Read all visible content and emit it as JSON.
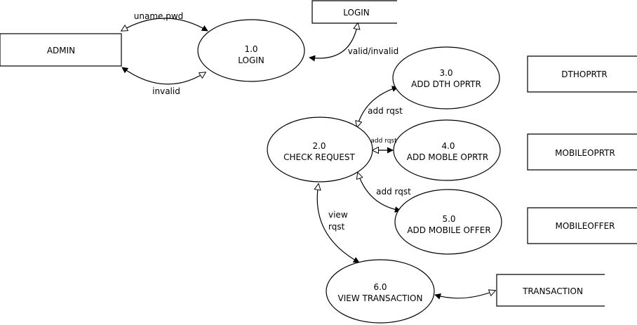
{
  "entities": {
    "admin": "ADMIN",
    "login_store": "LOGIN",
    "dth_store": "DTHOPRTR",
    "mobile_store": "MOBILEOPRTR",
    "offer_store": "MOBILEOFFER",
    "transaction_store": "TRANSACTION"
  },
  "processes": {
    "login": {
      "number": "1.0",
      "name": "LOGIN"
    },
    "check_request": {
      "number": "2.0",
      "name": "CHECK REQUEST"
    },
    "add_dth": {
      "number": "3.0",
      "name": "ADD DTH OPRTR"
    },
    "add_mobile": {
      "number": "4.0",
      "name": "ADD MOBLE OPRTR"
    },
    "add_offer": {
      "number": "5.0",
      "name": "ADD MOBILE OFFER"
    },
    "view_transaction": {
      "number": "6.0",
      "name": "VIEW TRANSACTION"
    }
  },
  "flows": {
    "uname_pwd": "uname,pwd",
    "invalid": "invalid",
    "valid_invalid": "valid/invalid",
    "add_rqst_dth": "add rqst",
    "add_rqst_mobile": "add rqst",
    "add_rqst_offer": "add rqst",
    "view_rqst_line1": "view",
    "view_rqst_line2": "rqst"
  },
  "colors": {
    "stroke": "#000000",
    "fill": "#ffffff"
  }
}
